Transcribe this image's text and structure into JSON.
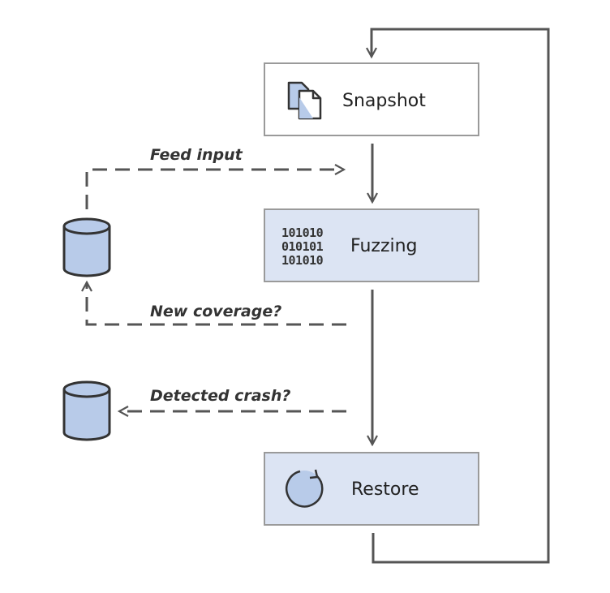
{
  "nodes": {
    "snapshot": {
      "label": "Snapshot",
      "icon": "documents-icon",
      "fill": "#ffffff"
    },
    "fuzzing": {
      "label": "Fuzzing",
      "icon": "binary-icon",
      "fill": "#dce4f3",
      "bits": [
        "101010",
        "010101",
        "101010"
      ]
    },
    "restore": {
      "label": "Restore",
      "icon": "restore-icon",
      "fill": "#dce4f3"
    }
  },
  "edges": {
    "feed_input": "Feed input",
    "new_coverage": "New coverage?",
    "detected_crash": "Detected crash?"
  },
  "stores": {
    "corpus": {
      "icon": "database-icon"
    },
    "crashes": {
      "icon": "database-icon"
    }
  },
  "colors": {
    "stroke": "#555555",
    "box_border": "#9a9a9a",
    "cylinder_fill": "#b8cbe9",
    "cylinder_stroke": "#333333"
  }
}
